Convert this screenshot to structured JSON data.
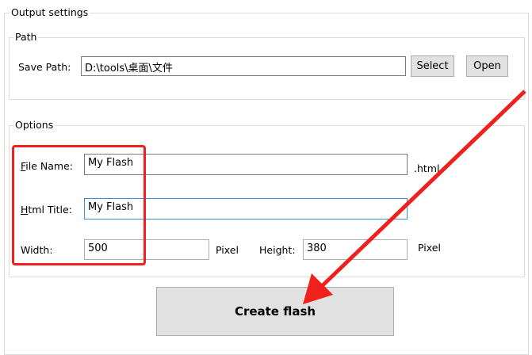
{
  "output_settings": {
    "title": "Output settings"
  },
  "path": {
    "title": "Path",
    "save_path_label": "Save Path:",
    "save_path_value": "D:\\tools\\桌面\\文件",
    "select_label": "Select",
    "open_label": "Open"
  },
  "options": {
    "title": "Options",
    "file_name_label_u": "F",
    "file_name_label_rest": "ile Name:",
    "file_name_value": "My Flash",
    "file_ext": ".html",
    "html_title_label_u": "H",
    "html_title_label_rest": "tml Title:",
    "html_title_value": "My Flash",
    "width_label": "Width:",
    "width_value": "500",
    "width_unit": "Pixel",
    "height_label": "Height:",
    "height_value": "380",
    "height_unit": "Pixel"
  },
  "create_label": "Create flash",
  "annotation_color": "#f0201c"
}
